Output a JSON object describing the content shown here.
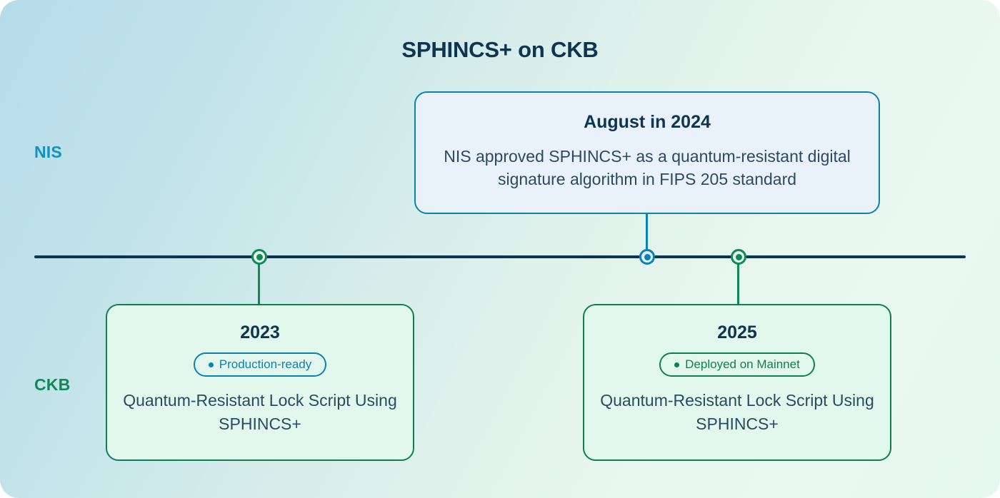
{
  "diagram": {
    "title": "SPHINCS+ on CKB",
    "colors": {
      "title_text": "#0d3450",
      "axis": "#0b3550",
      "nis_accent": "#0b82b4",
      "ckb_accent": "#0d8050",
      "body_text": "#2b4a60",
      "background_start": "#b6dcea",
      "background_end": "#e6f7f0"
    },
    "rows": {
      "nis_label": "NIS",
      "ckb_label": "CKB"
    },
    "nis_event": {
      "heading": "August in 2024",
      "body": "NIS approved SPHINCS+ as a quantum-resistant digital signature algorithm in FIPS 205 standard"
    },
    "ckb_events": [
      {
        "heading": "2023",
        "badge": "Production-ready",
        "body": "Quantum-Resistant Lock Script Using SPHINCS+"
      },
      {
        "heading": "2025",
        "badge": "Deployed on Mainnet",
        "body": "Quantum-Resistant Lock Script Using SPHINCS+"
      }
    ],
    "markers": [
      {
        "name": "timeline-marker-2023",
        "color": "#0f8a57"
      },
      {
        "name": "timeline-marker-2024",
        "color": "#0b82b4"
      },
      {
        "name": "timeline-marker-2025",
        "color": "#0f8a57"
      }
    ]
  }
}
